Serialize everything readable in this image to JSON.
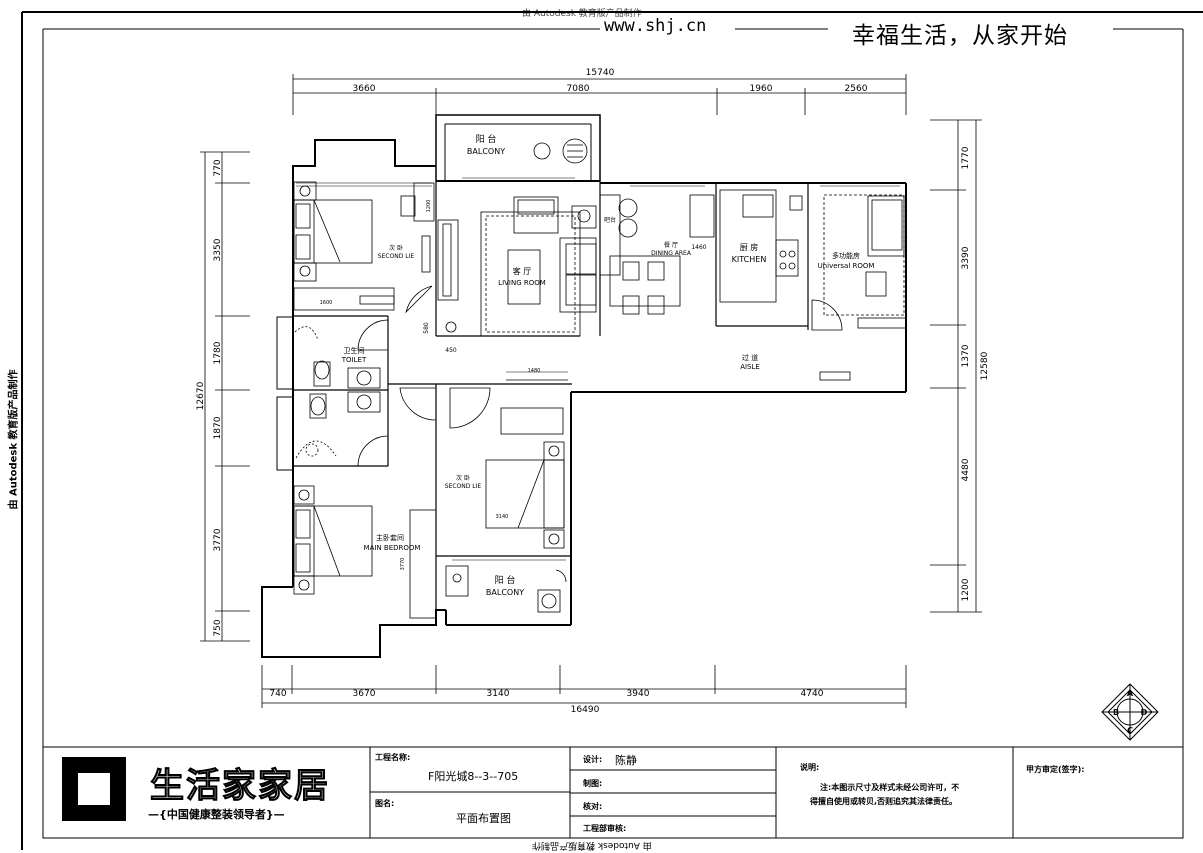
{
  "header": {
    "top_text": "由 Autodesk 教育版产品制作",
    "url": "www.shj.cn",
    "slogan": "幸福生活，从家开始"
  },
  "side_text": "由 Autodesk 教育版产品制作",
  "bottom_mirror_text": "由 Autodesk 教育版产品制作",
  "dimensions": {
    "top_total": "15740",
    "top_segments": [
      "3660",
      "7080",
      "1960",
      "2560"
    ],
    "left_total": "12670",
    "left_segments": [
      "770",
      "3350",
      "1780",
      "1870",
      "3770",
      "750"
    ],
    "right_total": "12580",
    "right_segments": [
      "1770",
      "3390",
      "1370",
      "4480",
      "1200"
    ],
    "bottom_total": "16490",
    "bottom_segments": [
      "740",
      "3670",
      "3140",
      "3940",
      "4740"
    ],
    "inner": [
      "1460",
      "1600",
      "580",
      "450",
      "1480",
      "3140",
      "3770",
      "1200"
    ]
  },
  "rooms": {
    "balcony_top": {
      "cn": "阳 台",
      "en": "BALCONY"
    },
    "second_bed_1": {
      "cn": "次 卧",
      "en": "SECOND LIE"
    },
    "living": {
      "cn": "客 厅",
      "en": "LIVING ROOM"
    },
    "dining": {
      "cn": "餐 厅",
      "en": "DINING AREA"
    },
    "kitchen": {
      "cn": "厨 房",
      "en": "KITCHEN"
    },
    "universal": {
      "cn": "多功能房",
      "en": "Universal ROOM"
    },
    "toilet": {
      "cn": "卫生间",
      "en": "TOILET"
    },
    "aisle": {
      "cn": "过 道",
      "en": "AISLE"
    },
    "second_bed_2": {
      "cn": "次 卧",
      "en": "SECOND LIE"
    },
    "main_bed": {
      "cn": "主卧套间",
      "en": "MAIN BEDROOM"
    },
    "balcony_bottom": {
      "cn": "阳 台",
      "en": "BALCONY"
    },
    "bar": "吧台"
  },
  "title_block": {
    "logo_text": "生活家家居",
    "logo_sub": "—{中国健康整装领导者}—",
    "project_label": "工程名称:",
    "project_value": "F阳光城8--3--705",
    "drawing_label": "图名:",
    "drawing_value": "平面布置图",
    "design_label": "设计:",
    "design_value": "陈静",
    "draw_label": "制图:",
    "check_label": "核对:",
    "review_label": "工程部审核:",
    "notes_label": "说明:",
    "notes_line1": "注:本图示尺寸及样式未经公司许可，不",
    "notes_line2": "得擅自使用或转贝,否则追究其法律责任。",
    "approve_label": "甲方审定(签字):"
  },
  "compass": {
    "labels": [
      "A",
      "B",
      "C",
      "D"
    ]
  }
}
